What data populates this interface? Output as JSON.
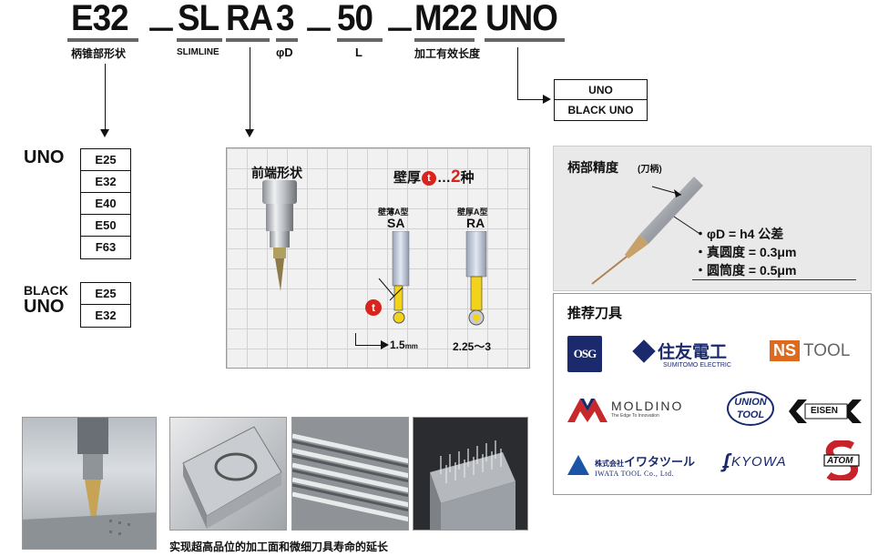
{
  "code": {
    "s1": "E32",
    "s2": "SL",
    "s3": "RA",
    "s4": "3",
    "s5": "50",
    "s6": "M22",
    "s7": "UNO",
    "dash": "－"
  },
  "captions": {
    "c1": "柄锥部形状",
    "c2": "SLIMLINE",
    "c4": "φD",
    "c5": "L",
    "c6": "加工有效长度"
  },
  "uno_box": [
    "UNO",
    "BLACK UNO"
  ],
  "shank": {
    "uno_label": "UNO",
    "uno_sizes": [
      "E25",
      "E32",
      "E40",
      "E50",
      "F63"
    ],
    "black_label_1": "BLACK",
    "black_label_2": "UNO",
    "black_sizes": [
      "E25",
      "E32"
    ]
  },
  "front": {
    "title": "前端形状",
    "wall_a": "壁厚",
    "wall_t": "t",
    "wall_dots": "…",
    "wall_num": "2",
    "wall_b": "种",
    "sa_small": "壁薄A型",
    "sa_big": "SA",
    "ra_small": "壁厚A型",
    "ra_big": "RA",
    "t_badge": "t",
    "sa_val": "1.5",
    "sa_unit": "mm",
    "ra_val": "2.25～3"
  },
  "precision": {
    "title": "柄部精度",
    "sub": "(刀柄)",
    "spec1": "φD = h4 公差",
    "spec2": "真圆度 = 0.3μm",
    "spec3": "圆筒度 = 0.5μm"
  },
  "tools": {
    "title": "推荐刀具",
    "osg": "OSG",
    "sumitomo_cn": "住友電工",
    "sumitomo_en": "SUMITOMO ELECTRIC",
    "ns1": "NS",
    "ns2": "TOOL",
    "moldino": "MOLDINO",
    "moldino_sub": "The Edge To Innovation",
    "union1": "UNION",
    "union2": "TOOL",
    "eisen": "EISEN",
    "iwata_corp": "株式会社",
    "iwata_kana": "イワタツール",
    "iwata_en": "IWATA TOOL Co., Ltd.",
    "kyowa": "KYOWA",
    "atom": "ATOM"
  },
  "bottom_caption": "实现超高品位的加工面和微细刀具寿命的延长",
  "colors": {
    "red": "#d9231d",
    "yellow": "#f2d21a",
    "gray": "#666666",
    "navy": "#1a2a6c"
  }
}
